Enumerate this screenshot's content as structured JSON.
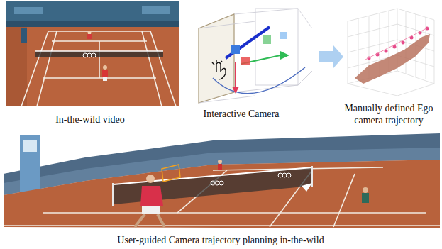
{
  "diagram": {
    "labels": [
      "In-the-wild video",
      "Interactive Camera",
      "Manually defined Ego camera trajectory",
      "User-guided Camera trajectory planning in-the-wild"
    ]
  }
}
